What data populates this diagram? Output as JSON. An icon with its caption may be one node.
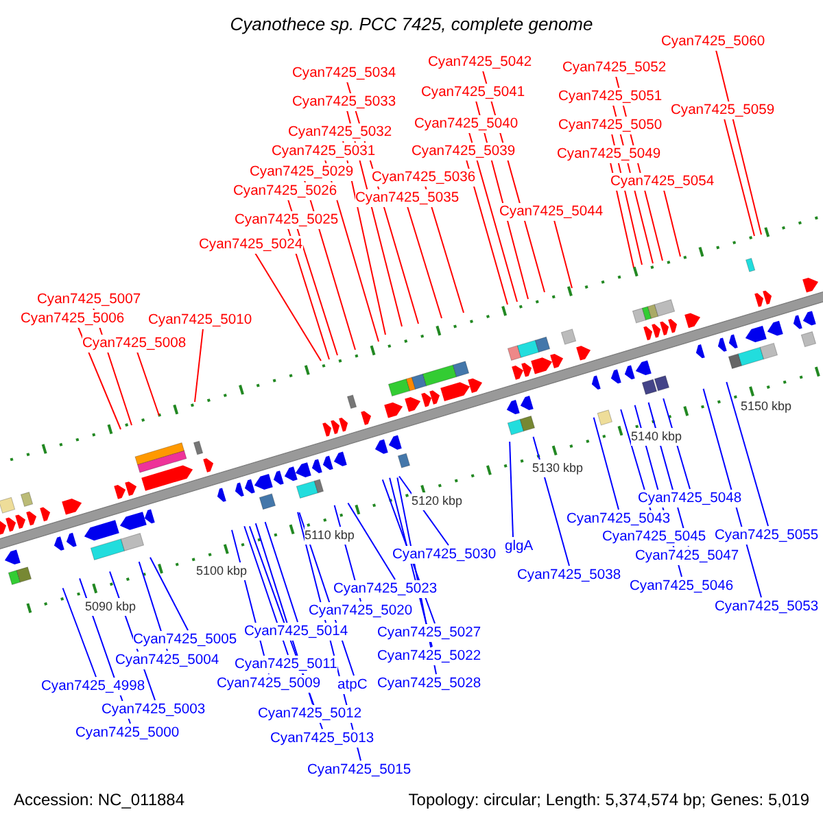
{
  "diagram": {
    "title": "Cyanothece sp. PCC 7425, complete genome",
    "nodes": [
      {
        "text": [
          "Cyan7425_5060"
        ]
      },
      {
        "text": [
          "Cyan7425_5042"
        ]
      },
      {
        "text": [
          "Cyan7425_5052"
        ]
      },
      {
        "text": [
          "Cyan7425_5034"
        ]
      },
      {
        "text": [
          "Cyan7425_5041"
        ]
      },
      {
        "text": [
          "Cyan7425_5051"
        ]
      },
      {
        "text": [
          "Cyan7425_5033"
        ]
      },
      {
        "text": [
          "Cyan7425_5059"
        ]
      },
      {
        "text": [
          "Cyan7425_5040"
        ]
      },
      {
        "text": [
          "Cyan7425_5050"
        ]
      },
      {
        "text": [
          "Cyan7425_5032"
        ]
      },
      {
        "text": [
          "Cyan7425_5031"
        ]
      },
      {
        "text": [
          "Cyan7425_5039"
        ]
      },
      {
        "text": [
          "Cyan7425_5049"
        ]
      },
      {
        "text": [
          "Cyan7425_5029"
        ]
      },
      {
        "text": [
          "Cyan7425_5036"
        ]
      },
      {
        "text": [
          "Cyan7425_5054"
        ]
      },
      {
        "text": [
          "Cyan7425_5026"
        ]
      },
      {
        "text": [
          "Cyan7425_5035"
        ]
      },
      {
        "text": [
          "Cyan7425_5044"
        ]
      },
      {
        "text": [
          "Cyan7425_5025"
        ]
      },
      {
        "text": [
          "Cyan7425_5024"
        ]
      },
      {
        "text": [
          "Cyan7425_5007"
        ]
      },
      {
        "text": [
          "Cyan7425_5006"
        ]
      },
      {
        "text": [
          "Cyan7425_5010"
        ]
      },
      {
        "text": [
          "Cyan7425_5008"
        ]
      },
      {
        "text": [
          "Cyan7425_5048"
        ]
      },
      {
        "text": [
          "Cyan7425_5043"
        ]
      },
      {
        "text": [
          "Cyan7425_5045"
        ]
      },
      {
        "text": [
          "Cyan7425_5055"
        ]
      },
      {
        "text": [
          "glgA"
        ]
      },
      {
        "text": [
          "Cyan7425_5030"
        ]
      },
      {
        "text": [
          "Cyan7425_5047"
        ]
      },
      {
        "text": [
          "Cyan7425_5038"
        ]
      },
      {
        "text": [
          "Cyan7425_5046"
        ]
      },
      {
        "text": [
          "Cyan7425_5023"
        ]
      },
      {
        "text": [
          "Cyan7425_5053"
        ]
      },
      {
        "text": [
          "Cyan7425_5020"
        ]
      },
      {
        "text": [
          "Cyan7425_5014"
        ]
      },
      {
        "text": [
          "Cyan7425_5027"
        ]
      },
      {
        "text": [
          "Cyan7425_5005"
        ]
      },
      {
        "text": [
          "Cyan7425_5022"
        ]
      },
      {
        "text": [
          "Cyan7425_5004"
        ]
      },
      {
        "text": [
          "Cyan7425_5011"
        ]
      },
      {
        "text": [
          "Cyan7425_5009"
        ]
      },
      {
        "text": [
          "Cyan7425_5028"
        ]
      },
      {
        "text": [
          "atpC"
        ]
      },
      {
        "text": [
          "Cyan7425_4998"
        ]
      },
      {
        "text": [
          "Cyan7425_5003"
        ]
      },
      {
        "text": [
          "Cyan7425_5012"
        ]
      },
      {
        "text": [
          "Cyan7425_5000"
        ]
      },
      {
        "text": [
          "Cyan7425_5013"
        ]
      },
      {
        "text": [
          "Cyan7425_5015"
        ]
      }
    ],
    "edges": [
      {
        "from": 0,
        "to": null,
        "arrow": "none",
        "color": "#ff0000"
      },
      {
        "from": 1,
        "to": null,
        "arrow": "none",
        "color": "#ff0000"
      },
      {
        "from": 2,
        "to": null,
        "arrow": "none",
        "color": "#ff0000"
      },
      {
        "from": 3,
        "to": null,
        "arrow": "none",
        "color": "#ff0000"
      },
      {
        "from": 4,
        "to": null,
        "arrow": "none",
        "color": "#ff0000"
      },
      {
        "from": 5,
        "to": null,
        "arrow": "none",
        "color": "#ff0000"
      },
      {
        "from": 6,
        "to": null,
        "arrow": "none",
        "color": "#ff0000"
      },
      {
        "from": 7,
        "to": null,
        "arrow": "none",
        "color": "#ff0000"
      },
      {
        "from": 8,
        "to": null,
        "arrow": "none",
        "color": "#ff0000"
      },
      {
        "from": 9,
        "to": null,
        "arrow": "none",
        "color": "#ff0000"
      },
      {
        "from": 10,
        "to": null,
        "arrow": "none",
        "color": "#ff0000"
      },
      {
        "from": 11,
        "to": null,
        "arrow": "none",
        "color": "#ff0000"
      },
      {
        "from": 12,
        "to": null,
        "arrow": "none",
        "color": "#ff0000"
      },
      {
        "from": 13,
        "to": null,
        "arrow": "none",
        "color": "#ff0000"
      },
      {
        "from": 14,
        "to": null,
        "arrow": "none",
        "color": "#ff0000"
      },
      {
        "from": 15,
        "to": null,
        "arrow": "none",
        "color": "#ff0000"
      },
      {
        "from": 16,
        "to": null,
        "arrow": "none",
        "color": "#ff0000"
      },
      {
        "from": 17,
        "to": null,
        "arrow": "none",
        "color": "#ff0000"
      },
      {
        "from": 18,
        "to": null,
        "arrow": "none",
        "color": "#ff0000"
      },
      {
        "from": 19,
        "to": null,
        "arrow": "none",
        "color": "#ff0000"
      },
      {
        "from": 20,
        "to": null,
        "arrow": "none",
        "color": "#ff0000"
      },
      {
        "from": 21,
        "to": null,
        "arrow": "none",
        "color": "#ff0000"
      },
      {
        "from": 22,
        "to": null,
        "arrow": "none",
        "color": "#ff0000"
      },
      {
        "from": 23,
        "to": null,
        "arrow": "none",
        "color": "#ff0000"
      },
      {
        "from": 24,
        "to": null,
        "arrow": "none",
        "color": "#ff0000"
      },
      {
        "from": 25,
        "to": null,
        "arrow": "none",
        "color": "#ff0000"
      },
      {
        "from": 26,
        "to": null,
        "arrow": "none"
      },
      {
        "from": 27,
        "to": null,
        "arrow": "none"
      },
      {
        "from": 28,
        "to": null,
        "arrow": "none"
      },
      {
        "from": 29,
        "to": null,
        "arrow": "none"
      },
      {
        "from": 30,
        "to": null,
        "arrow": "none"
      },
      {
        "from": 31,
        "to": null,
        "arrow": "none"
      },
      {
        "from": 32,
        "to": null,
        "arrow": "none"
      },
      {
        "from": 33,
        "to": null,
        "arrow": "none"
      },
      {
        "from": 34,
        "to": null,
        "arrow": "none"
      },
      {
        "from": 35,
        "to": null,
        "arrow": "none"
      },
      {
        "from": 36,
        "to": null,
        "arrow": "none"
      },
      {
        "from": 37,
        "to": null,
        "arrow": "none"
      },
      {
        "from": 38,
        "to": null,
        "arrow": "none"
      },
      {
        "from": 39,
        "to": null,
        "arrow": "none"
      },
      {
        "from": 40,
        "to": null,
        "arrow": "none"
      },
      {
        "from": 41,
        "to": null,
        "arrow": "none"
      },
      {
        "from": 42,
        "to": null,
        "arrow": "none"
      },
      {
        "from": 43,
        "to": null,
        "arrow": "none"
      },
      {
        "from": 44,
        "to": null,
        "arrow": "none"
      },
      {
        "from": 45,
        "to": null,
        "arrow": "none"
      },
      {
        "from": 46,
        "to": null,
        "arrow": "none"
      },
      {
        "from": 47,
        "to": null,
        "arrow": "none"
      },
      {
        "from": 48,
        "to": null,
        "arrow": "none"
      },
      {
        "from": 49,
        "to": null,
        "arrow": "none"
      },
      {
        "from": 50,
        "to": null,
        "arrow": "none"
      },
      {
        "from": 51,
        "to": null,
        "arrow": "none"
      },
      {
        "from": 52,
        "to": null,
        "arrow": "none"
      }
    ],
    "labels": [
      "5150 kbp",
      "5140 kbp",
      "5130 kbp",
      "5120 kbp",
      "5110 kbp",
      "5100 kbp",
      "5090 kbp",
      "Accession: NC_011884",
      "Topology: circular; Length: 5,374,574 bp; Genes: 5,019"
    ]
  }
}
